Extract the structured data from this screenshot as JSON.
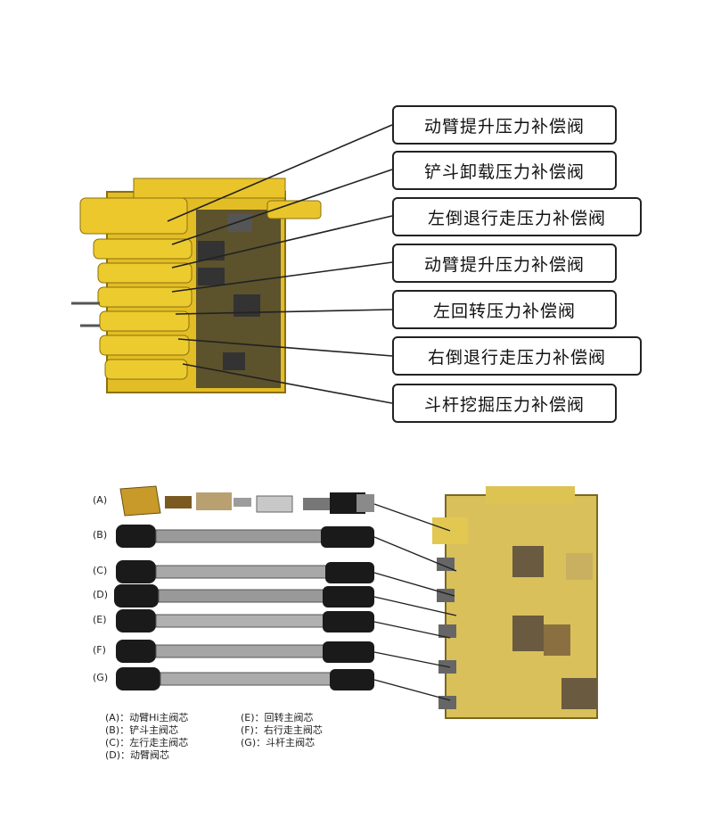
{
  "top_figure": {
    "callouts": [
      {
        "id": "c1",
        "label": "动臂提升压力补偿阀"
      },
      {
        "id": "c2",
        "label": "铲斗卸载压力补偿阀"
      },
      {
        "id": "c3",
        "label": "左倒退行走压力补偿阀"
      },
      {
        "id": "c4",
        "label": "动臂提升压力补偿阀"
      },
      {
        "id": "c5",
        "label": "左回转压力补偿阀"
      },
      {
        "id": "c6",
        "label": "右倒退行走压力补偿阀"
      },
      {
        "id": "c7",
        "label": "斗杆挖掘压力补偿阀"
      }
    ],
    "body_color": "#e8c62a"
  },
  "bottom_figure": {
    "parts": [
      {
        "tag": "(A)"
      },
      {
        "tag": "(B)"
      },
      {
        "tag": "(C)"
      },
      {
        "tag": "(D)"
      },
      {
        "tag": "(E)"
      },
      {
        "tag": "(F)"
      },
      {
        "tag": "(G)"
      }
    ],
    "legend": {
      "col1": [
        "(A)：动臂Hi主阀芯",
        "(B)：铲斗主阀芯",
        "(C)：左行走主阀芯",
        "(D)：动臂阀芯"
      ],
      "col2": [
        "(E)：回转主阀芯",
        "(F)：右行走主阀芯",
        "(G)：斗杆主阀芯"
      ]
    }
  }
}
